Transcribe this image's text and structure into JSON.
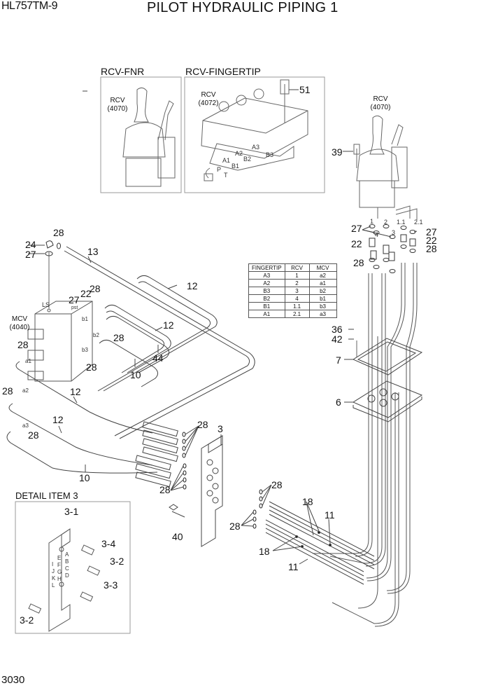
{
  "header": {
    "model": "HL757TM-9",
    "title": "PILOT HYDRAULIC PIPING 1"
  },
  "footer": {
    "page_number": "3030"
  },
  "insets": {
    "rcv_fnr": {
      "label": "RCV-FNR",
      "part": "RCV",
      "code": "(4070)"
    },
    "rcv_fingertip": {
      "label": "RCV-FINGERTIP",
      "part": "RCV",
      "code": "(4072)",
      "ports": [
        "A3",
        "A2",
        "A1",
        "B2",
        "B3",
        "B1",
        "P",
        "T"
      ],
      "bolt_callout": "51"
    },
    "detail_item_3": {
      "label": "DETAIL ITEM 3",
      "callouts": [
        "3-1",
        "3-4",
        "3-2",
        "3-3",
        "3-2"
      ],
      "plate_ports": [
        "A",
        "B",
        "C",
        "D",
        "E",
        "F",
        "G",
        "H",
        "I",
        "J",
        "K",
        "L"
      ]
    }
  },
  "main_rcv": {
    "part": "RCV",
    "code": "(4070)",
    "ports": [
      "1",
      "2",
      "3",
      "4",
      "1.1",
      "2.1"
    ]
  },
  "mcv": {
    "part": "MCV",
    "code": "(4040)",
    "ports": [
      "LS",
      "pst",
      "b1",
      "b2",
      "b3",
      "a1",
      "a2",
      "a3"
    ]
  },
  "mapping_table": {
    "headers": [
      "FINGERTIP",
      "RCV",
      "MCV"
    ],
    "rows": [
      [
        "A3",
        "1",
        "a2"
      ],
      [
        "A2",
        "2",
        "a1"
      ],
      [
        "B3",
        "3",
        "b2"
      ],
      [
        "B2",
        "4",
        "b1"
      ],
      [
        "B1",
        "1.1",
        "b3"
      ],
      [
        "A1",
        "2.1",
        "a3"
      ]
    ]
  },
  "callouts": {
    "c28_top": "28",
    "c24": "24",
    "c27_left": "27",
    "c13": "13",
    "c12_a": "12",
    "c27_mcv": "27",
    "c22_mcv": "22",
    "c28_mcv_top": "28",
    "c12_b": "12",
    "c28_b": "28",
    "c44": "44",
    "c28_a1": "28",
    "c28_b3": "28",
    "c10_a": "10",
    "c28_a2": "28",
    "c12_c": "12",
    "c12_d": "12",
    "c28_a3": "28",
    "c10_b": "10",
    "c28_bracket_top": "28",
    "c3": "3",
    "c28_bracket_bottom": "28",
    "c40": "40",
    "c28_right_top": "28",
    "c28_right_bottom": "28",
    "c18_top": "18",
    "c11_top": "11",
    "c18_bottom": "18",
    "c11_bottom": "11",
    "c39": "39",
    "c27_rcv_l": "27",
    "c27_rcv_r": "27",
    "c22_rcv_l": "22",
    "c22_rcv_r": "22",
    "c28_rcv_l": "28",
    "c28_rcv_r": "28",
    "c36": "36",
    "c42": "42",
    "c7": "7",
    "c6": "6"
  }
}
